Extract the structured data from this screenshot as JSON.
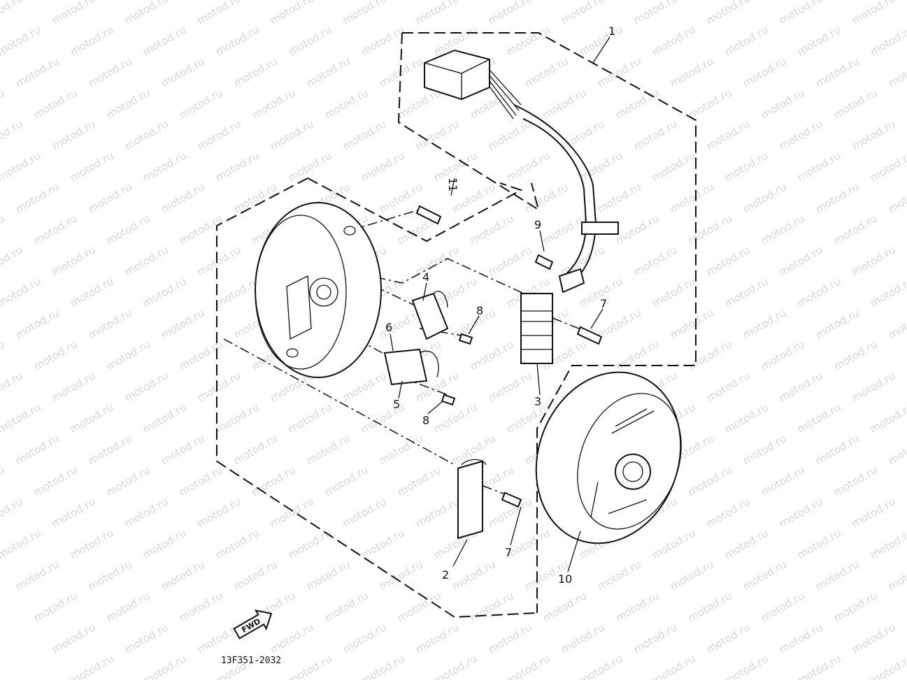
{
  "watermark": {
    "text": "motod.ru"
  },
  "diagram": {
    "part_code": "13F351-2032",
    "fwd_label": "FWD",
    "callouts": [
      {
        "id": "c1",
        "num": "1"
      },
      {
        "id": "c2",
        "num": "2"
      },
      {
        "id": "c3",
        "num": "3"
      },
      {
        "id": "c4",
        "num": "4"
      },
      {
        "id": "c5",
        "num": "5"
      },
      {
        "id": "c6",
        "num": "6"
      },
      {
        "id": "c7a",
        "num": "7"
      },
      {
        "id": "c7b",
        "num": "7"
      },
      {
        "id": "c8a",
        "num": "8"
      },
      {
        "id": "c8b",
        "num": "8"
      },
      {
        "id": "c9",
        "num": "9"
      },
      {
        "id": "c10",
        "num": "10"
      },
      {
        "id": "c11",
        "num": "11"
      }
    ]
  }
}
